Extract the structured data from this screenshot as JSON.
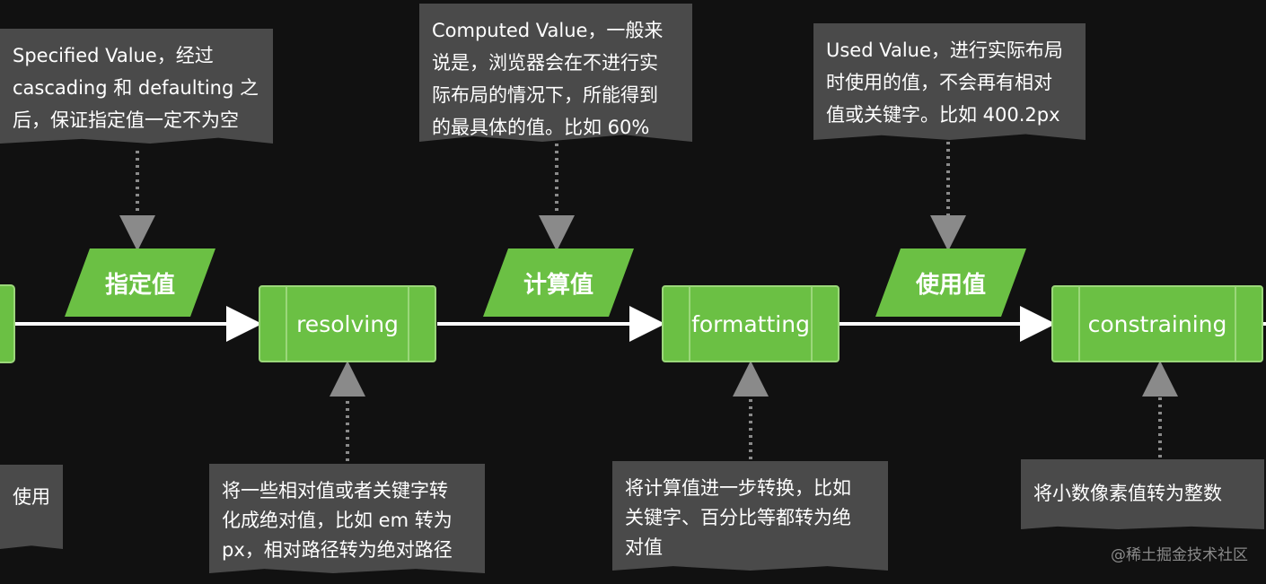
{
  "notes": {
    "specified": "Specified Value，经过\ncascading 和 defaulting 之\n后，保证指定值一定不为空",
    "computed": "Computed Value，一般来\n说是，浏览器会在不进行实\n际布局的情况下，所能得到\n的最具体的值。比如 60%",
    "used": "Used Value，进行实际布局\n时使用的值，不会再有相对\n值或关键字。比如 400.2px",
    "prev_use": "使用",
    "resolving": "将一些相对值或者关键字转\n化成绝对值，比如 em 转为\npx，相对路径转为绝对路径",
    "formatting": "将计算值进一步转换，比如\n关键字、百分比等都转为绝\n对值",
    "constraining": "将小数像素值转为整数"
  },
  "data_nodes": {
    "specified": "指定值",
    "computed": "计算值",
    "used": "使用值"
  },
  "processes": {
    "resolving": "resolving",
    "formatting": "formatting",
    "constraining": "constraining"
  },
  "watermark": "@稀土掘金技术社区",
  "colors": {
    "background": "#111111",
    "node_green": "#6bc044",
    "note_gray": "#4a4a4a",
    "arrow_white": "#ffffff",
    "dotted_gray": "#8a8a8a"
  }
}
